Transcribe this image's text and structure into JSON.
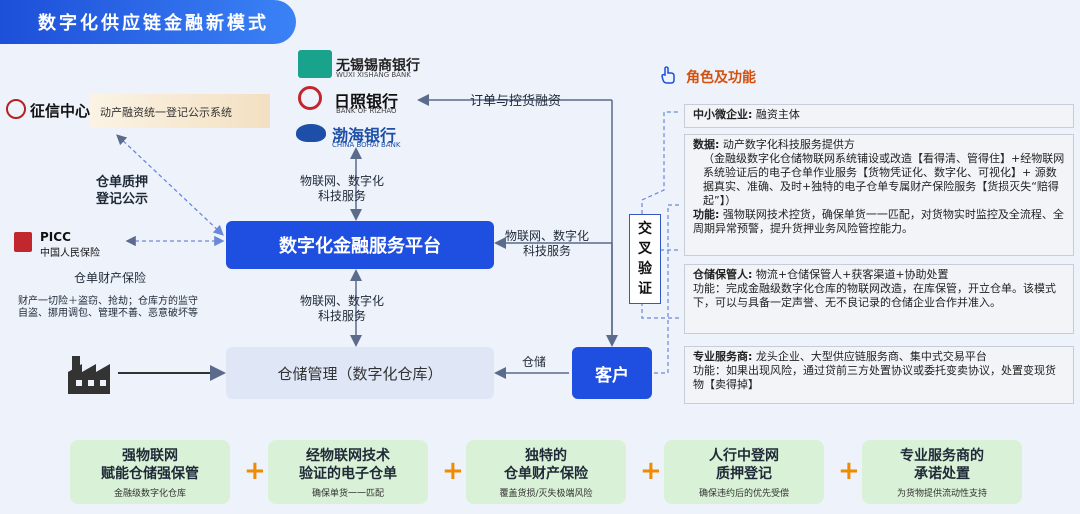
{
  "title": "数字化供应链金融新模式",
  "banks": [
    {
      "name": "无锡锡商银行",
      "en": "WUXI XISHANG BANK",
      "icon": "xishang-logo",
      "color": "#1aa38c"
    },
    {
      "name": "日照银行",
      "en": "BANK OF RIZHAO",
      "icon": "rizhao-logo",
      "color": "#c1272d"
    },
    {
      "name": "渤海银行",
      "en": "CHINA BOHAI BANK",
      "icon": "bohai-logo",
      "color": "#1d4fa8"
    }
  ],
  "credit_center": {
    "name": "征信中心",
    "system": "动产融资统一登记公示系统"
  },
  "picc": {
    "name": "PICC",
    "cn": "中国人民保险"
  },
  "labels": {
    "order_financing": "订单与控货融资",
    "pledge_registration": "仓单质押\n登记公示",
    "iot_tech_top": "物联网、数字化\n科技服务",
    "iot_tech_right": "物联网、数字化\n科技服务",
    "iot_tech_bottom": "物联网、数字化\n科技服务",
    "warehouse_insurance": "仓单财产保险",
    "insurance_scope": "财产一切险＋盗窃、抢劫；仓库方的监守\n自盗、挪用调包、管理不善、恶意破坏等",
    "storage": "仓储"
  },
  "platform": "数字化金融服务平台",
  "warehouse_mgmt": "仓储管理（数字化仓库）",
  "customer": "客户",
  "cross_verify": [
    "交",
    "叉",
    "验",
    "证"
  ],
  "roles_title": "角色及功能",
  "roles": {
    "sme": {
      "head": "中小微企业:",
      "text": "融资主体"
    },
    "data": {
      "head": "数据:",
      "line1": "动产数字化科技服务提供方",
      "body": "（金融级数字化仓储物联网系统铺设或改造【看得清、管得住】+经物联网系统验证后的电子仓单作业服务【货物凭证化、数字化、可视化】+ 源数据真实、准确、及时+独特的电子仓单专属财产保险服务【货损灭失“赔得起”】）",
      "func_head": "功能:",
      "func": "强物联网技术控货，确保单货一一匹配，对货物实时监控及全流程、全周期异常预警，提升货押业务风险管控能力。"
    },
    "keeper": {
      "head": "仓储保管人:",
      "line1": "物流+仓储保管人+获客渠道+协助处置",
      "func": "功能：完成金融级数字化仓库的物联网改造，在库保管，开立仓单。该模式下，可以与具备一定声誉、无不良记录的仓储企业合作并准入。"
    },
    "pro": {
      "head": "专业服务商:",
      "line1": "龙头企业、大型供应链服务商、集中式交易平台",
      "func": "功能：如果出现风险，通过贷前三方处置协议或委托变卖协议，处置变现货物【卖得掉】"
    }
  },
  "bottom_cards": [
    {
      "title": "强物联网\n赋能仓储强保管",
      "sub": "金融级数字化仓库"
    },
    {
      "title": "经物联网技术\n验证的电子仓单",
      "sub": "确保单货一一匹配"
    },
    {
      "title": "独特的\n仓单财产保险",
      "sub": "覆盖货损/灭失极端风险"
    },
    {
      "title": "人行中登网\n质押登记",
      "sub": "确保违约后的优先受偿"
    },
    {
      "title": "专业服务商的\n承诺处置",
      "sub": "为货物提供流动性支持"
    }
  ],
  "plus": "+"
}
